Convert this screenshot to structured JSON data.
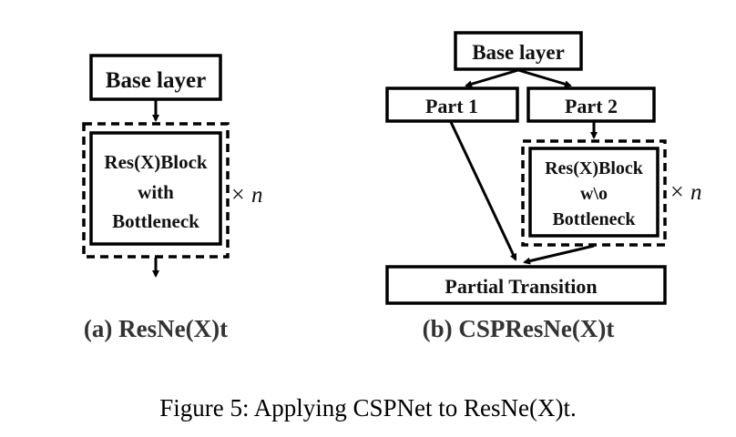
{
  "panel_a": {
    "base_layer": "Base layer",
    "block_lines": [
      "Res(X)Block",
      "with",
      "Bottleneck"
    ],
    "repeat_times": "×",
    "repeat_n": "n",
    "subcaption": "(a) ResNe(X)t"
  },
  "panel_b": {
    "base_layer": "Base layer",
    "part1": "Part 1",
    "part2": "Part 2",
    "block_lines": [
      "Res(X)Block",
      "w\\o",
      "Bottleneck"
    ],
    "repeat_times": "×",
    "repeat_n": "n",
    "transition": "Partial Transition",
    "subcaption": "(b) CSPResNe(X)t"
  },
  "caption": "Figure 5: Applying CSPNet to ResNe(X)t."
}
